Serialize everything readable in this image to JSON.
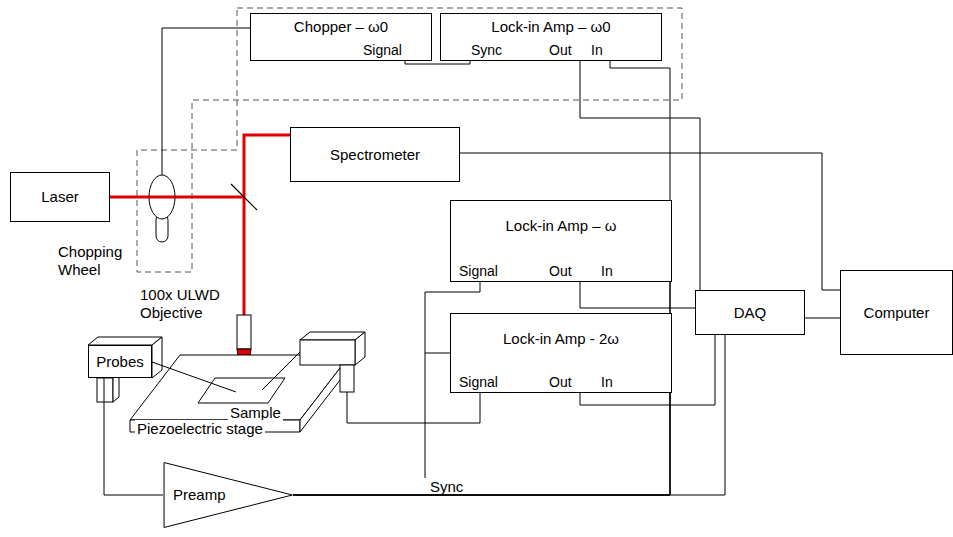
{
  "diagram": {
    "nodes": [
      {
        "text": [
          "Chopper – ω0",
          "Signal"
        ]
      },
      {
        "text": [
          "Lock-in Amp – ω0",
          "Sync",
          "Out",
          "In"
        ]
      },
      {
        "text": [
          "Laser"
        ]
      },
      {
        "text": [
          "Spectrometer"
        ]
      },
      {
        "text": [
          "DAQ"
        ]
      },
      {
        "text": [
          "Computer"
        ]
      },
      {
        "text": [
          "Lock-in Amp – ω",
          "Signal",
          "Out",
          "In"
        ]
      },
      {
        "text": [
          "Lock-in Amp - 2ω",
          "Signal",
          "Out",
          "In"
        ]
      },
      {
        "text": [
          "Probes"
        ]
      },
      {
        "text": [
          "Preamp"
        ]
      }
    ],
    "edges": [
      {
        "from": 0,
        "to": 1,
        "arrow": "none"
      },
      {
        "from": 1,
        "to": 4,
        "arrow": "none"
      },
      {
        "from": 3,
        "to": 5,
        "arrow": "none"
      },
      {
        "from": 6,
        "to": 4,
        "arrow": "none"
      },
      {
        "from": 7,
        "to": 4,
        "arrow": "none"
      },
      {
        "from": 9,
        "to": 1,
        "arrow": "none"
      },
      {
        "from": 9,
        "to": 6,
        "arrow": "none"
      },
      {
        "from": 9,
        "to": 7,
        "arrow": "none"
      },
      {
        "from": 9,
        "to": 4,
        "arrow": "none"
      },
      {
        "from": 6,
        "to": 7,
        "arrow": "none"
      },
      {
        "from": 8,
        "to": 9,
        "arrow": "none"
      },
      {
        "from": 4,
        "to": 5,
        "arrow": "none"
      }
    ],
    "labels": [
      "Chopping Wheel",
      "100x ULWD Objective",
      "Sample",
      "Piezoelectric stage",
      "Sync"
    ]
  }
}
